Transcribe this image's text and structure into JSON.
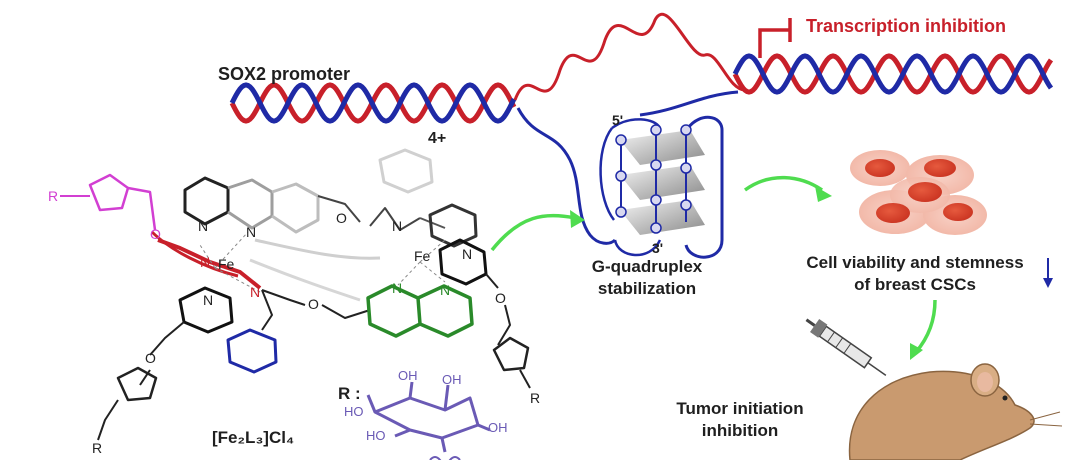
{
  "labels": {
    "promoter": "SOX2 promoter",
    "transcription": "Transcription inhibition",
    "gq_line1": "G-quadruplex",
    "gq_line2": "stabilization",
    "cell_line1": "Cell viability and stemness",
    "cell_line2": "of breast CSCs",
    "tumor_line1": "Tumor initiation",
    "tumor_line2": "inhibition",
    "charge": "4+",
    "complex": "[Fe₂L₃]Cl₄",
    "r_label": "R :",
    "five_prime": "5'",
    "three_prime": "3'"
  },
  "atoms": {
    "fe": "Fe",
    "n": "N",
    "o": "O",
    "r": "R",
    "oh": "OH",
    "ho": "HO"
  },
  "colors": {
    "dna_red": "#c8202a",
    "dna_blue": "#1f2aa6",
    "magenta": "#d23fd2",
    "green": "#2a8a2a",
    "arrow_green": "#4fdc4f",
    "sugar": "#6a5ab5",
    "cell": "#e0583a"
  }
}
